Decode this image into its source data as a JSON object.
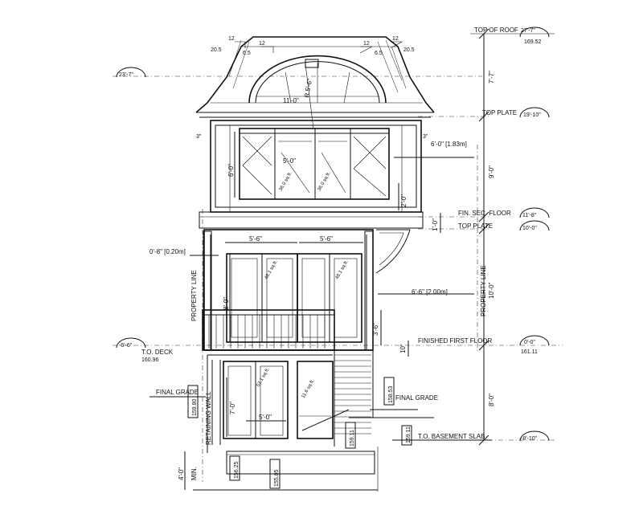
{
  "drawing": {
    "levels": {
      "top_of_roof": {
        "label": "TOP OF ROOF",
        "dim": "27'-7\"",
        "elev": "169.52"
      },
      "top_plate_upper": {
        "label": "TOP PLATE",
        "dim": "19'-10\""
      },
      "fin_sec_floor": {
        "label": "FIN. SEC. FLOOR",
        "dim": "11'-8\""
      },
      "top_plate_lower": {
        "label": "TOP PLATE",
        "dim": "10'-0\""
      },
      "finished_first_floor": {
        "label": "FINISHED FIRST FLOOR",
        "dim": "0'-0\"",
        "elev": "161.11"
      },
      "to_basement_slab": {
        "label": "T.O. BASEMENT SLAB",
        "dim": "-8'-10\""
      },
      "to_deck": {
        "label": "T.O. DECK",
        "dim": "-6'-6\"",
        "elev": "160.96"
      },
      "left_roof_bubble": {
        "dim": "23'-7\""
      }
    },
    "vertical_dims": {
      "roof": "7'-7\"",
      "upper_wall": "9'-0\"",
      "floor_depth": "1'-0\"",
      "main_wall": "10'-0\"",
      "step": "10\"",
      "basement": "8'-0\"",
      "footing": "4'-0\"",
      "guard": "3'-6\"",
      "window_upper": "6'-0\"",
      "window_sill": "2'-0\"",
      "door_main": "8'-0\"",
      "door_basement": "7'-0\""
    },
    "horizontal_dims": {
      "upper_setback": "6'-0\" [1.83m]",
      "main_setback": "6'-6\" [2.00m]",
      "left_offset": "0'-8\" [0.20m]",
      "upper_window_width": "5'-0\"",
      "door_width_left": "5'-6\"",
      "door_width_right": "5'-6\"",
      "basement_door_width": "5'-0\"",
      "arch_width": "11'-0\"",
      "arch_radius": "R 5'-6\""
    },
    "roof_pitch": {
      "rise_left": "20.5",
      "rise_mid_left": "6.5",
      "run": "12",
      "rise_mid_right": "6.5",
      "rise_right": "20.5"
    },
    "small_dims": {
      "eave_left": "3\"",
      "eave_right": "3\""
    },
    "areas": {
      "upper_window_left": "36.0 sq.ft.",
      "upper_window_right": "36.0 sq.ft.",
      "door_left": "48.1 sq.ft.",
      "door_right": "48.1 sq.ft.",
      "basement_door_left": "52.1 sq.ft.",
      "basement_window": "11.6 sq.ft."
    },
    "labels": {
      "property_line_left": "PROPERTY LINE",
      "property_line_right": "PROPERTY LINE",
      "retaining_wall": "RETAINING WALL",
      "final_grade_left": "FINAL GRADE",
      "final_grade_right": "FINAL GRADE",
      "min": "MIN."
    },
    "grade_tags": {
      "left_grade": "159.80",
      "right_grade": "158.53",
      "stair_bottom": "159.11",
      "right_slab": "159.11",
      "bottom_left": "156.25",
      "bottom_mid": "155.05"
    }
  }
}
